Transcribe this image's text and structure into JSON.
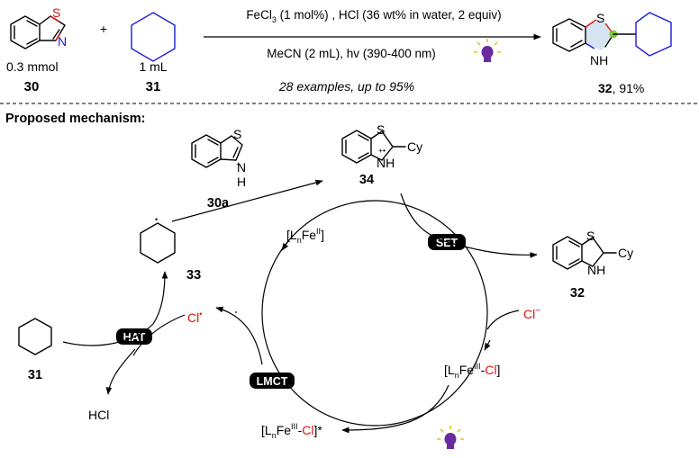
{
  "colors": {
    "heteroatom_red": "#e01010",
    "cyclohexane_blue": "#1a1adc",
    "highlight_green": "#7cc832",
    "fused_ring_tint": "#d6e4f2",
    "bulb_purple": "#6a2aa0",
    "bulb_rays": "#e0c020"
  },
  "reaction": {
    "reagent_line1_prefix": "FeCl",
    "reagent_line1_sub": "3",
    "reagent_line1_rest": " (1 mol%) , HCl (36 wt% in water, 2 equiv)",
    "reagent_line2": "MeCN (2 mL), hv (390-400 nm)",
    "examples": "28 examples, up to 95%",
    "plus": "+",
    "reactant1_amount": "0.3 mmol",
    "reactant1_label": "30",
    "reactant2_amount": "1 mL",
    "reactant2_label": "31",
    "product_label": "32",
    "product_yield": ", 91%"
  },
  "mechanism": {
    "heading": "Proposed mechanism:",
    "label_30a": "30a",
    "label_34": "34",
    "label_33": "33",
    "label_31": "31",
    "label_32": "32",
    "cy": "Cy",
    "radical_cation": "+•",
    "plus_sign": "+",
    "set": "SET",
    "hat": "HAT",
    "lmct": "LMCT",
    "cl_radical": "Cl",
    "cl_dot": "•",
    "cl_minus": "Cl",
    "minus": "−",
    "hcl": "HCl",
    "fe2_pre": "[L",
    "fe2_n": "n",
    "fe2_fe": "Fe",
    "fe2_ox": "II",
    "fe2_close": "]",
    "fe3_pre": "[L",
    "fe3_n": "n",
    "fe3_fe": "Fe",
    "fe3_ox": "III",
    "fe3_dash": "-",
    "fe3_cl": "Cl",
    "fe3_close": "]",
    "fe3x_close": "]*"
  },
  "atoms": {
    "S": "S",
    "N": "N",
    "NH": "NH",
    "H": "H",
    "dot": "•"
  }
}
